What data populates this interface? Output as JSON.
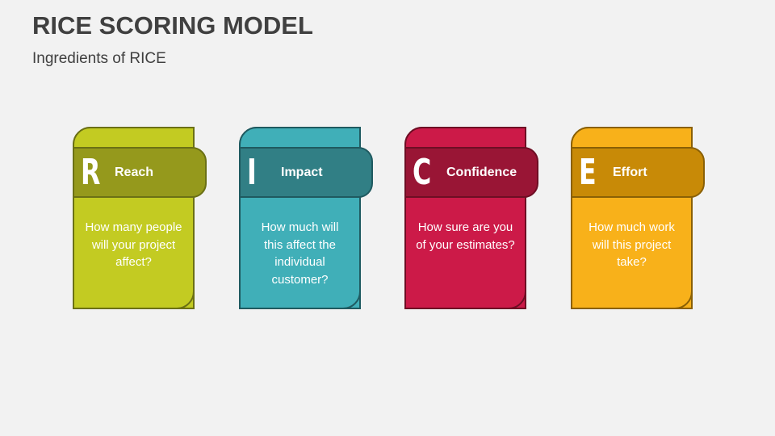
{
  "slide": {
    "title": "RICE SCORING MODEL",
    "subtitle": "Ingredients of RICE"
  },
  "cards": [
    {
      "letter": "R",
      "label": "Reach",
      "question": "How many people will your project affect?",
      "colors": {
        "body": "#C3CB22",
        "header": "#95991C",
        "border": "#6B7015"
      }
    },
    {
      "letter": "I",
      "label": "Impact",
      "question": "How much will this affect the individual customer?",
      "colors": {
        "body": "#40AFB8",
        "header": "#317F85",
        "border": "#1F5A60"
      }
    },
    {
      "letter": "C",
      "label": "Confidence",
      "question": "How sure are you of your estimates?",
      "colors": {
        "body": "#CC1A48",
        "header": "#991535",
        "border": "#6E0E24"
      }
    },
    {
      "letter": "E",
      "label": "Effort",
      "question": "How much work will this project take?",
      "colors": {
        "body": "#F8B11A",
        "header": "#C88A07",
        "border": "#8A6005"
      }
    }
  ]
}
